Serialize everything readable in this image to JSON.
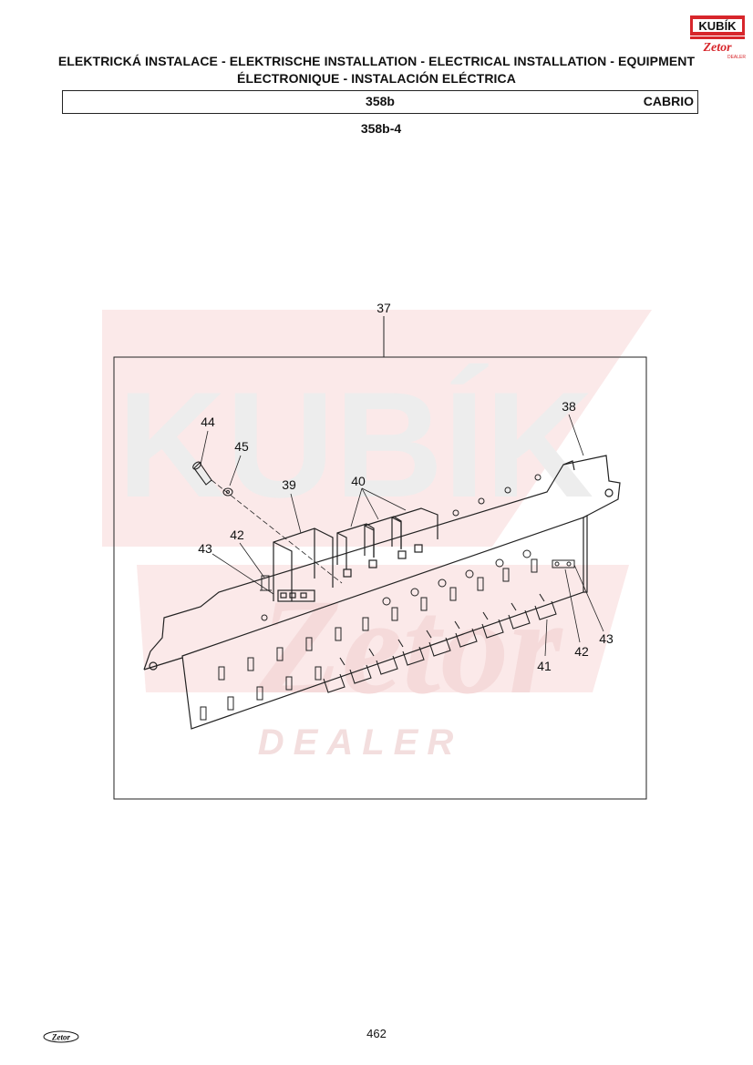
{
  "header": {
    "title_line1": "ELEKTRICKÁ INSTALACE - ELEKTRISCHE INSTALLATION - ELECTRICAL INSTALLATION - EQUIPMENT",
    "title_line2": "ÉLECTRONIQUE - INSTALACIÓN ELÉCTRICA",
    "code": "358b",
    "model": "CABRIO",
    "subcode": "358b-4"
  },
  "logo": {
    "text": "KUBÍK",
    "sub": "Zetor",
    "tag": "DEALER"
  },
  "diagram": {
    "watermark": {
      "text": "KUBÍK",
      "sub": "DEALER",
      "logo": "Zetor"
    },
    "callouts": [
      "37",
      "38",
      "39",
      "40",
      "41",
      "42",
      "43",
      "44",
      "45",
      "42",
      "43"
    ]
  },
  "footer": {
    "page_number": "462",
    "logo_text": "Zetor"
  },
  "colors": {
    "logo_red": "#d7262b",
    "watermark_red": "#fbe9e9",
    "watermark_gray": "#ececec"
  }
}
